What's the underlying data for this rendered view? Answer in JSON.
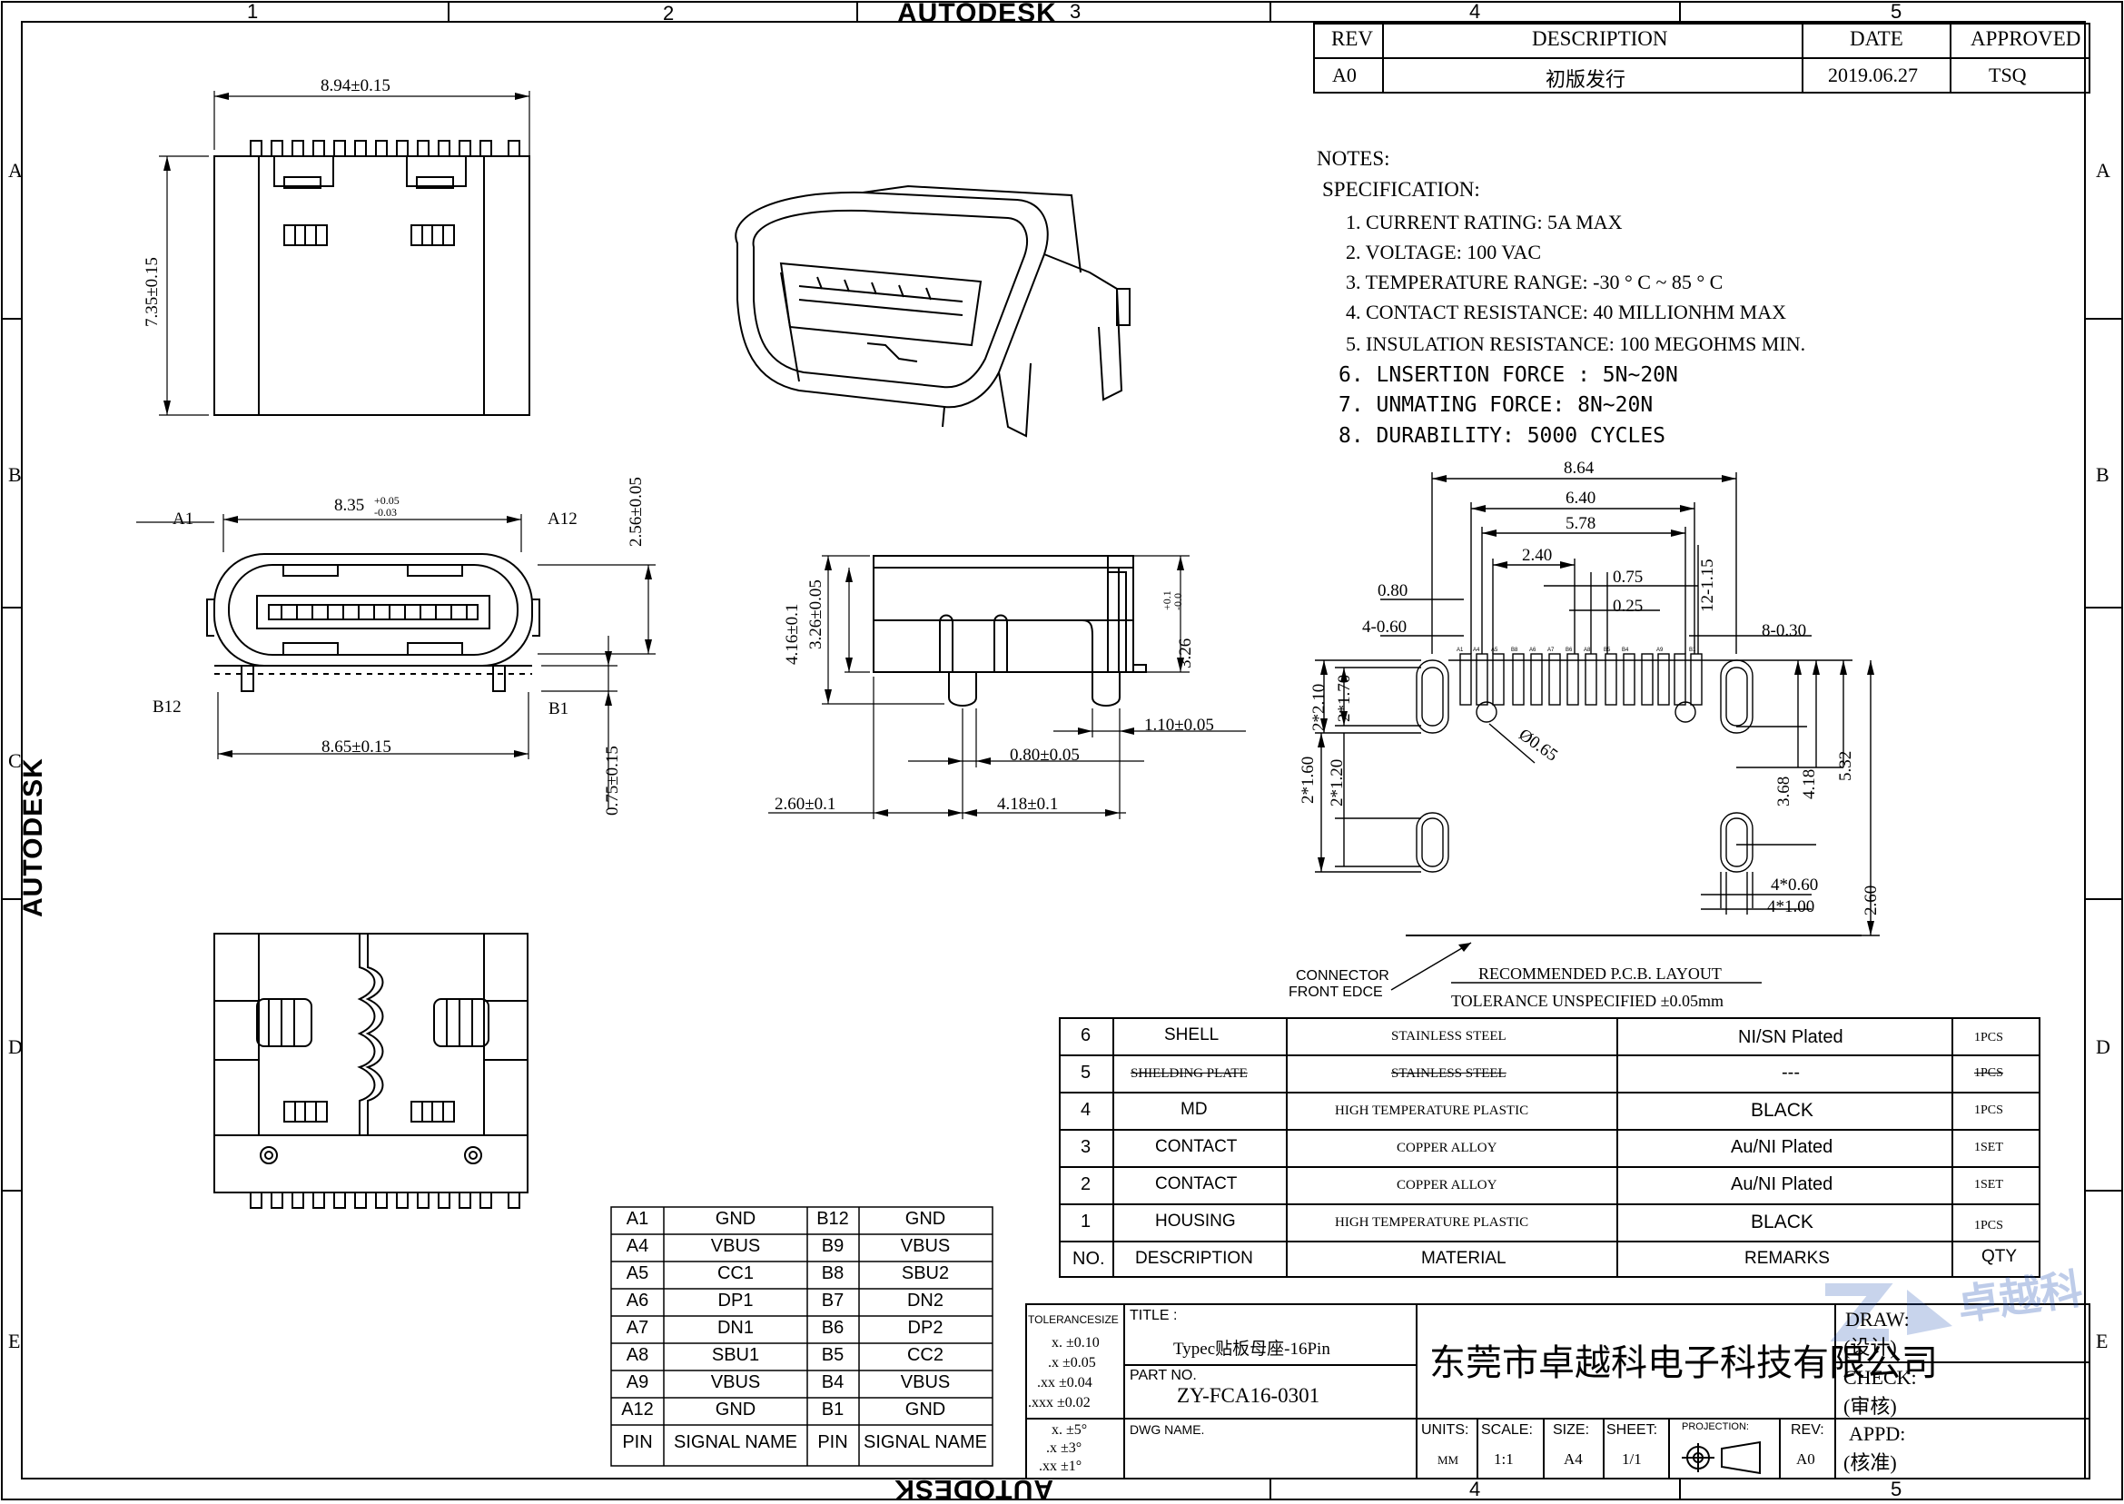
{
  "brand": {
    "watermark": "AUTODESK"
  },
  "zone_labels": {
    "cols": [
      "1",
      "2",
      "3",
      "4",
      "5"
    ],
    "rows": [
      "A",
      "B",
      "C",
      "D",
      "E"
    ]
  },
  "revision": {
    "headers": {
      "rev": "REV",
      "description": "DESCRIPTION",
      "date": "DATE",
      "approved": "APPROVED"
    },
    "row": {
      "rev": "A0",
      "description": "初版发行",
      "date": "2019.06.27",
      "approved": "TSQ"
    }
  },
  "notes": {
    "title": "NOTES:",
    "spec_title": "SPECIFICATION:",
    "items": [
      "1. CURRENT RATING: 5A MAX",
      "2. VOLTAGE: 100 VAC",
      "3. TEMPERATURE RANGE: -30 ° C ~ 85 ° C",
      "4. CONTACT RESISTANCE: 40 MILLIONHM MAX",
      "5. INSULATION RESISTANCE: 100 MEGOHMS MIN.",
      "6. LNSERTION FORCE : 5N~20N",
      "7. UNMATING FORCE: 8N~20N",
      "8. DURABILITY: 5000 CYCLES"
    ]
  },
  "dims": {
    "top_width": "8.94±0.15",
    "top_height": "7.35±0.15",
    "front_width": "8.35",
    "front_tol_plus": "+0.05",
    "front_tol_minus": "-0.03",
    "front_height": "2.56±0.05",
    "front_bottom_width": "8.65±0.15",
    "front_bottom_h": "0.75±0.15",
    "pin_a1": "A1",
    "pin_a12": "A12",
    "pin_b12": "B12",
    "pin_b1": "B1",
    "side_h1": "4.16±0.1",
    "side_h2": "3.26±0.05",
    "side_h3": "3.26",
    "side_h3_tol_plus": "+0.1",
    "side_h3_tol_minus": "-0.0",
    "side_w1": "1.10±0.05",
    "side_w2": "0.80±0.05",
    "side_w3": "2.60±0.1",
    "side_w4": "4.18±0.1",
    "pcb_864": "8.64",
    "pcb_640": "6.40",
    "pcb_578": "5.78",
    "pcb_240": "2.40",
    "pcb_075": "0.75",
    "pcb_080": "0.80",
    "pcb_025": "0.25",
    "pcb_12115": "12-1.15",
    "pcb_4060": "4-0.60",
    "pcb_8030": "8-0.30",
    "pcb_2210": "2*2.10",
    "pcb_2170": "2*1.70",
    "pcb_065": "Ø0.65",
    "pcb_2160": "2*1.60",
    "pcb_2120": "2*1.20",
    "pcb_368": "3.68",
    "pcb_418": "4.18",
    "pcb_532": "5.32",
    "pcb_4060b": "4*0.60",
    "pcb_4100": "4*1.00",
    "pcb_260": "2.60"
  },
  "pcb_pad_labels": [
    "A1",
    "A4",
    "A5",
    "B8",
    "A6",
    "A7",
    "B6",
    "A8",
    "B5",
    "B4",
    "A9",
    "B1"
  ],
  "pcb": {
    "connector_label_1": "CONNECTOR",
    "connector_label_2": "FRONT EDCE",
    "title": "RECOMMENDED P.C.B. LAYOUT",
    "tolerance": "TOLERANCE UNSPECIFIED ±0.05mm"
  },
  "bom": {
    "headers": {
      "no": "NO.",
      "description": "DESCRIPTION",
      "material": "MATERIAL",
      "remarks": "REMARKS",
      "qty": "QTY"
    },
    "rows": [
      {
        "no": "6",
        "description": "SHELL",
        "material": "STAINLESS STEEL",
        "remarks": "NI/SN  Plated",
        "qty": "1PCS"
      },
      {
        "no": "5",
        "description": "SHIELDING PLATE",
        "material": "STAINLESS STEEL",
        "remarks": "---",
        "qty": "1PCS"
      },
      {
        "no": "4",
        "description": "MD",
        "material": "HIGH TEMPERATURE PLASTIC",
        "remarks": "BLACK",
        "qty": "1PCS"
      },
      {
        "no": "3",
        "description": "CONTACT",
        "material": "COPPER ALLOY",
        "remarks": "Au/NI Plated",
        "qty": "1SET"
      },
      {
        "no": "2",
        "description": "CONTACT",
        "material": "COPPER ALLOY",
        "remarks": "Au/NI Plated",
        "qty": "1SET"
      },
      {
        "no": "1",
        "description": "HOUSING",
        "material": "HIGH TEMPERATURE PLASTIC",
        "remarks": "BLACK",
        "qty": "1PCS"
      }
    ]
  },
  "pins": {
    "headers": {
      "pin": "PIN",
      "signal": "SIGNAL NAME"
    },
    "rows": [
      [
        "A1",
        "GND",
        "B12",
        "GND"
      ],
      [
        "A4",
        "VBUS",
        "B9",
        "VBUS"
      ],
      [
        "A5",
        "CC1",
        "B8",
        "SBU2"
      ],
      [
        "A6",
        "DP1",
        "B7",
        "DN2"
      ],
      [
        "A7",
        "DN1",
        "B6",
        "DP2"
      ],
      [
        "A8",
        "SBU1",
        "B5",
        "CC2"
      ],
      [
        "A9",
        "VBUS",
        "B4",
        "VBUS"
      ],
      [
        "A12",
        "GND",
        "B1",
        "GND"
      ]
    ]
  },
  "title_block": {
    "tolerance_label": "TOLERANCESIZE",
    "tol_rows": [
      "x. ±0.10",
      ".x ±0.05",
      ".xx ±0.04",
      ".xxx ±0.02"
    ],
    "angle_rows": [
      "x. ±5°",
      ".x ±3°",
      ".xx ±1°"
    ],
    "title_label": "TITLE :",
    "title": "Typec贴板母座-16Pin",
    "part_label": "PART NO.",
    "part_no": "ZY-FCA16-0301",
    "dwg_label": "DWG NAME.",
    "company": "东莞市卓越科电子科技有限公司",
    "logo_text": "卓越科",
    "draw_label": "DRAW:",
    "draw_cn": "(设计)",
    "check_label": "CHECK:",
    "check_cn": "(审核)",
    "appd_label": "APPD:",
    "appd_cn": "(核准)",
    "units_label": "UNITS:",
    "units": "MM",
    "scale_label": "SCALE:",
    "scale": "1:1",
    "size_label": "SIZE:",
    "size": "A4",
    "sheet_label": "SHEET:",
    "sheet": "1/1",
    "projection_label": "PROJECTION:",
    "rev_label": "REV:",
    "rev": "A0"
  }
}
